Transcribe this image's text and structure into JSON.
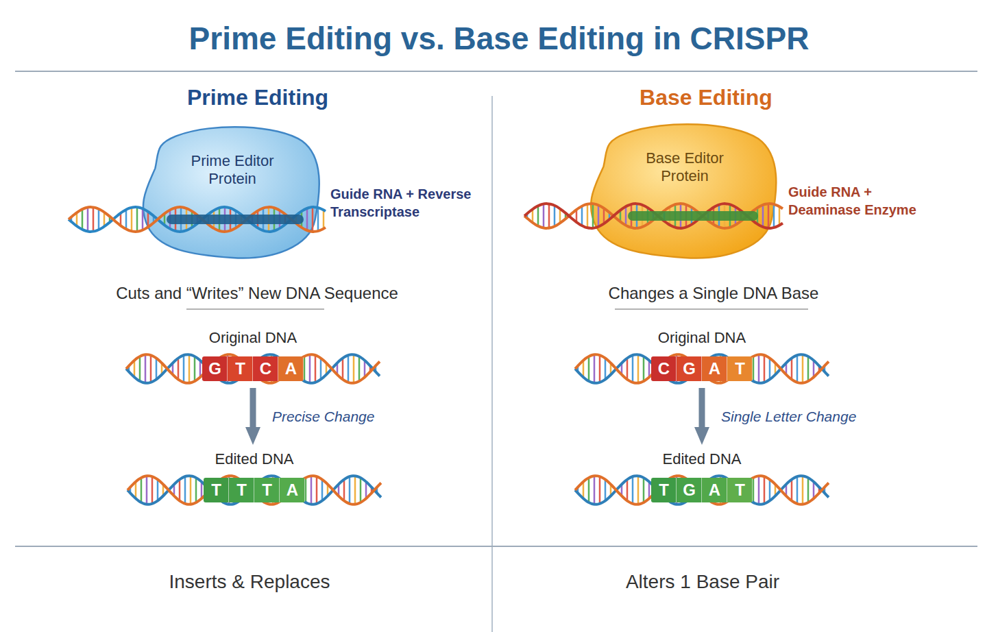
{
  "diagram": {
    "title": "Prime Editing vs. Base Editing in CRISPR",
    "nodes": [
      {
        "text": [
          "Prime Editor Protein"
        ]
      },
      {
        "text": [
          "Original DNA",
          "G",
          "T",
          "C",
          "A"
        ]
      },
      {
        "text": [
          "Edited DNA",
          "T",
          "T",
          "T",
          "A"
        ]
      },
      {
        "text": [
          "Base Editor Protein"
        ]
      },
      {
        "text": [
          "Original DNA",
          "C",
          "G",
          "A",
          "T"
        ]
      },
      {
        "text": [
          "Edited DNA",
          "T",
          "G",
          "A",
          "T"
        ]
      }
    ],
    "edges": [
      {
        "from": 1,
        "to": 2,
        "arrow": "to",
        "label": "Precise Change"
      },
      {
        "from": 4,
        "to": 5,
        "arrow": "to",
        "label": "Single Letter Change"
      }
    ],
    "labels": [
      "Prime Editing",
      "Guide RNA + Reverse Transcriptase",
      "Cuts and “Writes” New DNA Sequence",
      "Inserts & Replaces",
      "Base Editing",
      "Guide RNA + Deaminase Enzyme",
      "Changes a Single DNA Base",
      "Alters 1 Base Pair"
    ]
  }
}
